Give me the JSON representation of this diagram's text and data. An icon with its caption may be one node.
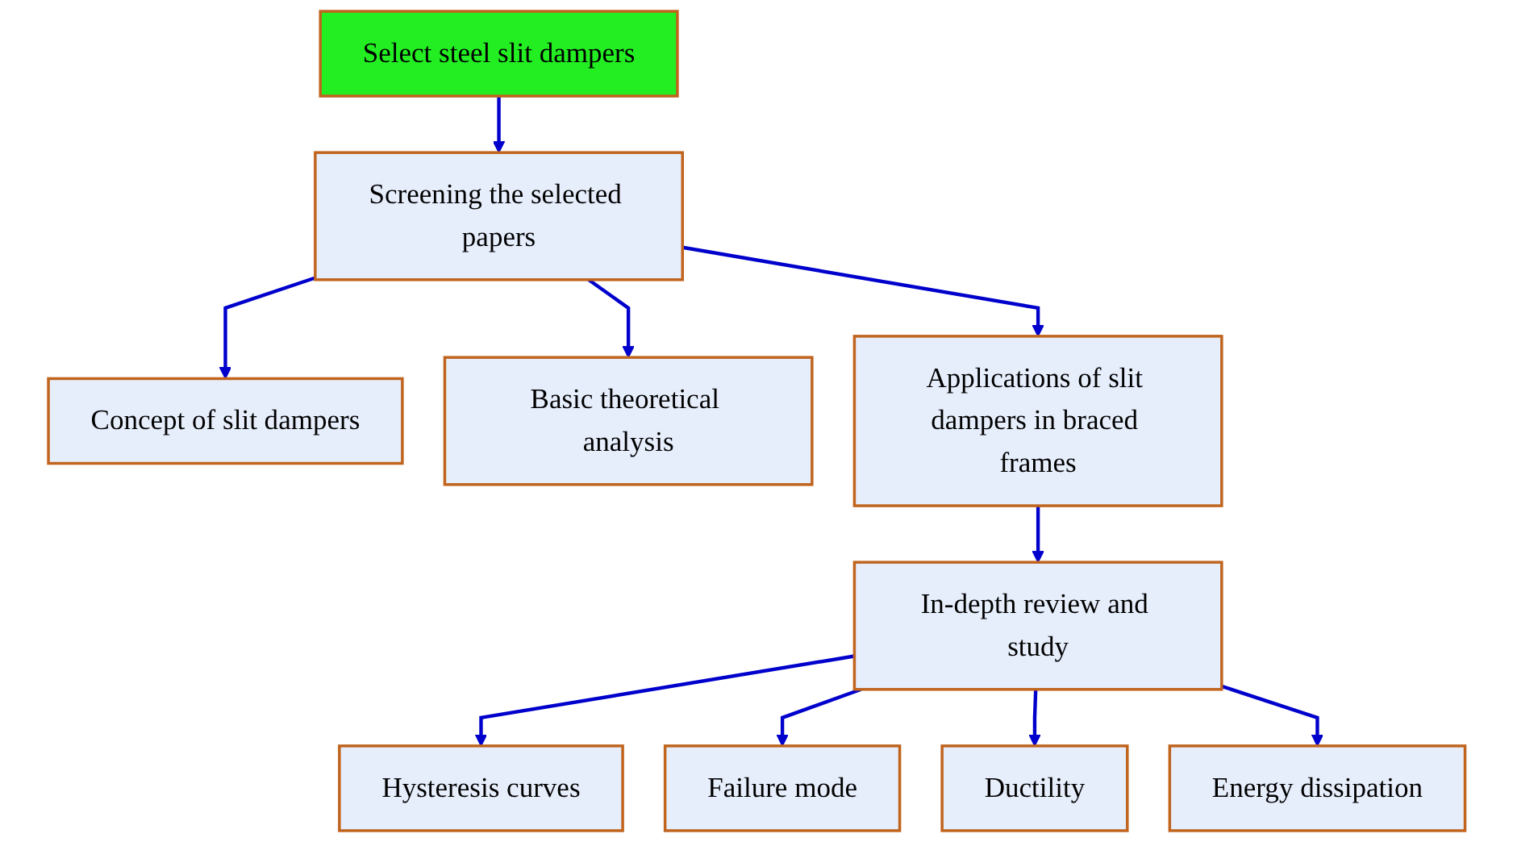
{
  "diagram": {
    "nodes": [
      {
        "text": [
          "Select steel slit dampers"
        ]
      },
      {
        "text": [
          "Screening the selected papers"
        ]
      },
      {
        "text": [
          "Concept of slit dampers"
        ]
      },
      {
        "text": [
          "Basic theoretical analysis"
        ]
      },
      {
        "text": [
          "Applications of slit dampers in braced frames"
        ]
      },
      {
        "text": [
          "In-depth review and study"
        ]
      },
      {
        "text": [
          "Hysteresis curves"
        ]
      },
      {
        "text": [
          "Failure mode"
        ]
      },
      {
        "text": [
          "Ductility"
        ]
      },
      {
        "text": [
          "Energy dissipation"
        ]
      }
    ],
    "edges": [
      {
        "from": 0,
        "to": 1,
        "arrow": "to"
      },
      {
        "from": 1,
        "to": 2,
        "arrow": "to"
      },
      {
        "from": 1,
        "to": 3,
        "arrow": "to"
      },
      {
        "from": 1,
        "to": 4,
        "arrow": "to"
      },
      {
        "from": 4,
        "to": 5,
        "arrow": "to"
      },
      {
        "from": 5,
        "to": 6,
        "arrow": "to"
      },
      {
        "from": 5,
        "to": 7,
        "arrow": "to"
      },
      {
        "from": 5,
        "to": 8,
        "arrow": "to"
      },
      {
        "from": 5,
        "to": 9,
        "arrow": "to"
      }
    ]
  }
}
